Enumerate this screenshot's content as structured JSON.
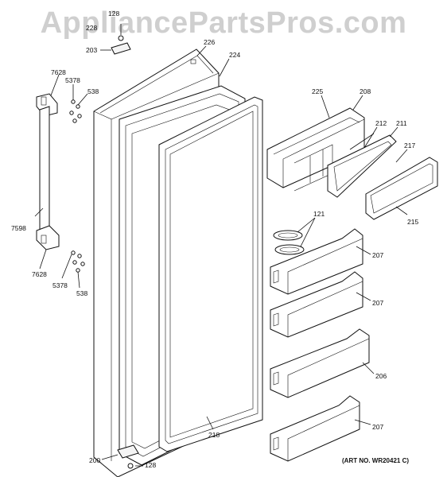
{
  "watermark": "AppliancePartsPros.com",
  "art_number": "(ART NO. WR20421 C)",
  "callouts": {
    "c128_top": "128",
    "c228": "228",
    "c203": "203",
    "c226": "226",
    "c224": "224",
    "c7628_top": "7628",
    "c5378_top": "5378",
    "c538_top": "538",
    "c7598": "7598",
    "c7628_bot": "7628",
    "c5378_bot": "5378",
    "c538_bot": "538",
    "c225": "225",
    "c208": "208",
    "c212": "212",
    "c211": "211",
    "c217": "217",
    "c215": "215",
    "c121": "121",
    "c207_a": "207",
    "c207_b": "207",
    "c206": "206",
    "c207_c": "207",
    "c218": "218",
    "c200": "200",
    "c128_bot": "128"
  }
}
